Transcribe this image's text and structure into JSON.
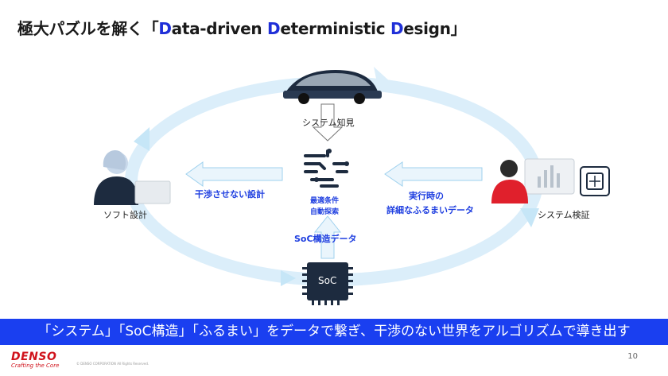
{
  "title": {
    "prefix": "極大パズルを解く「",
    "d1": "D",
    "w1": "ata-driven ",
    "d2": "D",
    "w2": "eterministic ",
    "d3": "D",
    "w3": "esign",
    "suffix": "」"
  },
  "nodes": {
    "system_knowledge": "システム知見",
    "software_design": "ソフト設計",
    "system_verification": "システム検証",
    "optimal_line1": "最適条件",
    "optimal_line2": "自動探索",
    "soc_chip": "SoC"
  },
  "arrows": {
    "left_label": "干渉させない設計",
    "right_label_line1": "実行時の",
    "right_label_line2": "詳細なふるまいデータ",
    "soc_label": "SoC構造データ"
  },
  "banner": "「システム」「SoC構造」「ふるまい」をデータで繋ぎ、干渉のない世界をアルゴリズムで導き出す",
  "footer": {
    "brand": "DENSO",
    "tagline": "Crafting the Core",
    "copyright": "© DENSO CORPORATION All Rights Reserved.",
    "page": "10"
  },
  "colors": {
    "accent_blue": "#1f3fe0",
    "banner_blue": "#1a3ff0",
    "cycle_light_blue": "#dbeefa",
    "brand_red": "#d0121b"
  }
}
